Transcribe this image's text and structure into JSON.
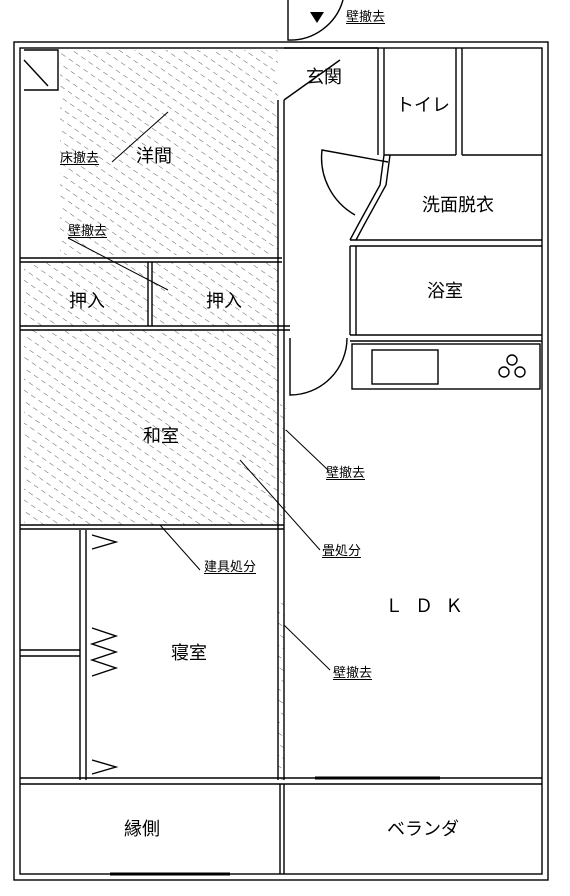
{
  "rooms": {
    "genkan": "玄関",
    "toilet": "トイレ",
    "yoma": "洋間",
    "senmen": "洗面脱衣",
    "oshiire_left": "押入",
    "oshiire_right": "押入",
    "yokushitsu": "浴室",
    "washitsu": "和室",
    "shinshitsu": "寝室",
    "ldk": "ＬＤＫ",
    "engawa": "縁側",
    "veranda": "ベランダ"
  },
  "annotations": {
    "wall_removal_top": "壁撤去",
    "floor_removal": "床撤去",
    "wall_removal_oshiire": "壁撤去",
    "wall_removal_washitsu": "壁撤去",
    "tatami_disposal": "畳処分",
    "fixture_disposal": "建具処分",
    "wall_removal_shinshitsu": "壁撤去"
  },
  "colors": {
    "line": "#000000",
    "hatch": "#333333",
    "background": "#ffffff"
  }
}
